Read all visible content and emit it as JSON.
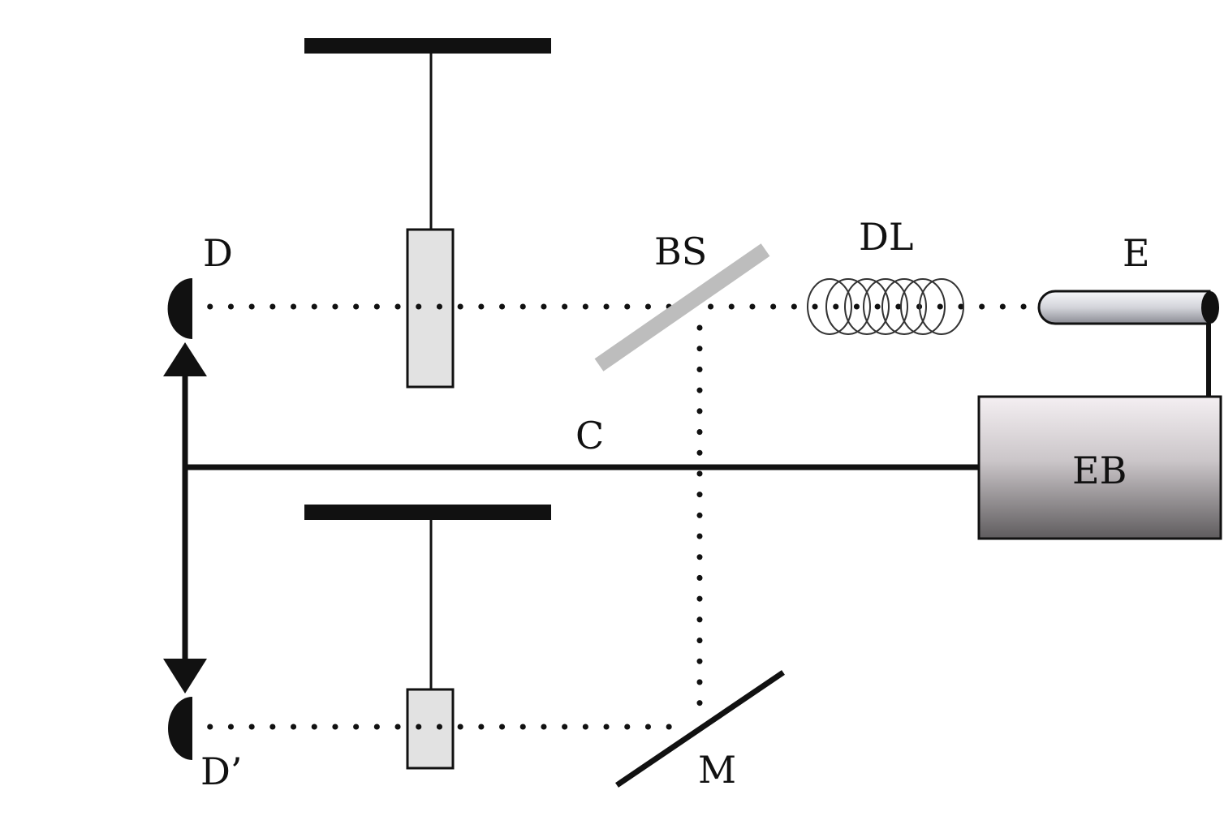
{
  "labels": {
    "detector_top": "D",
    "detector_bottom": "D’",
    "beam_splitter": "BS",
    "delay_line": "DL",
    "emitter": "E",
    "emitter_box": "EB",
    "cable": "C",
    "mirror": "M"
  },
  "colors": {
    "ink": "#111111",
    "sample_fill": "#e2e2e2",
    "beam_splitter": "#bdbdbd",
    "eb_top": "#f4eff2",
    "eb_bottom": "#5f5c5e",
    "emitter_light": "#f7f7fa",
    "emitter_dark": "#8b8c94"
  }
}
